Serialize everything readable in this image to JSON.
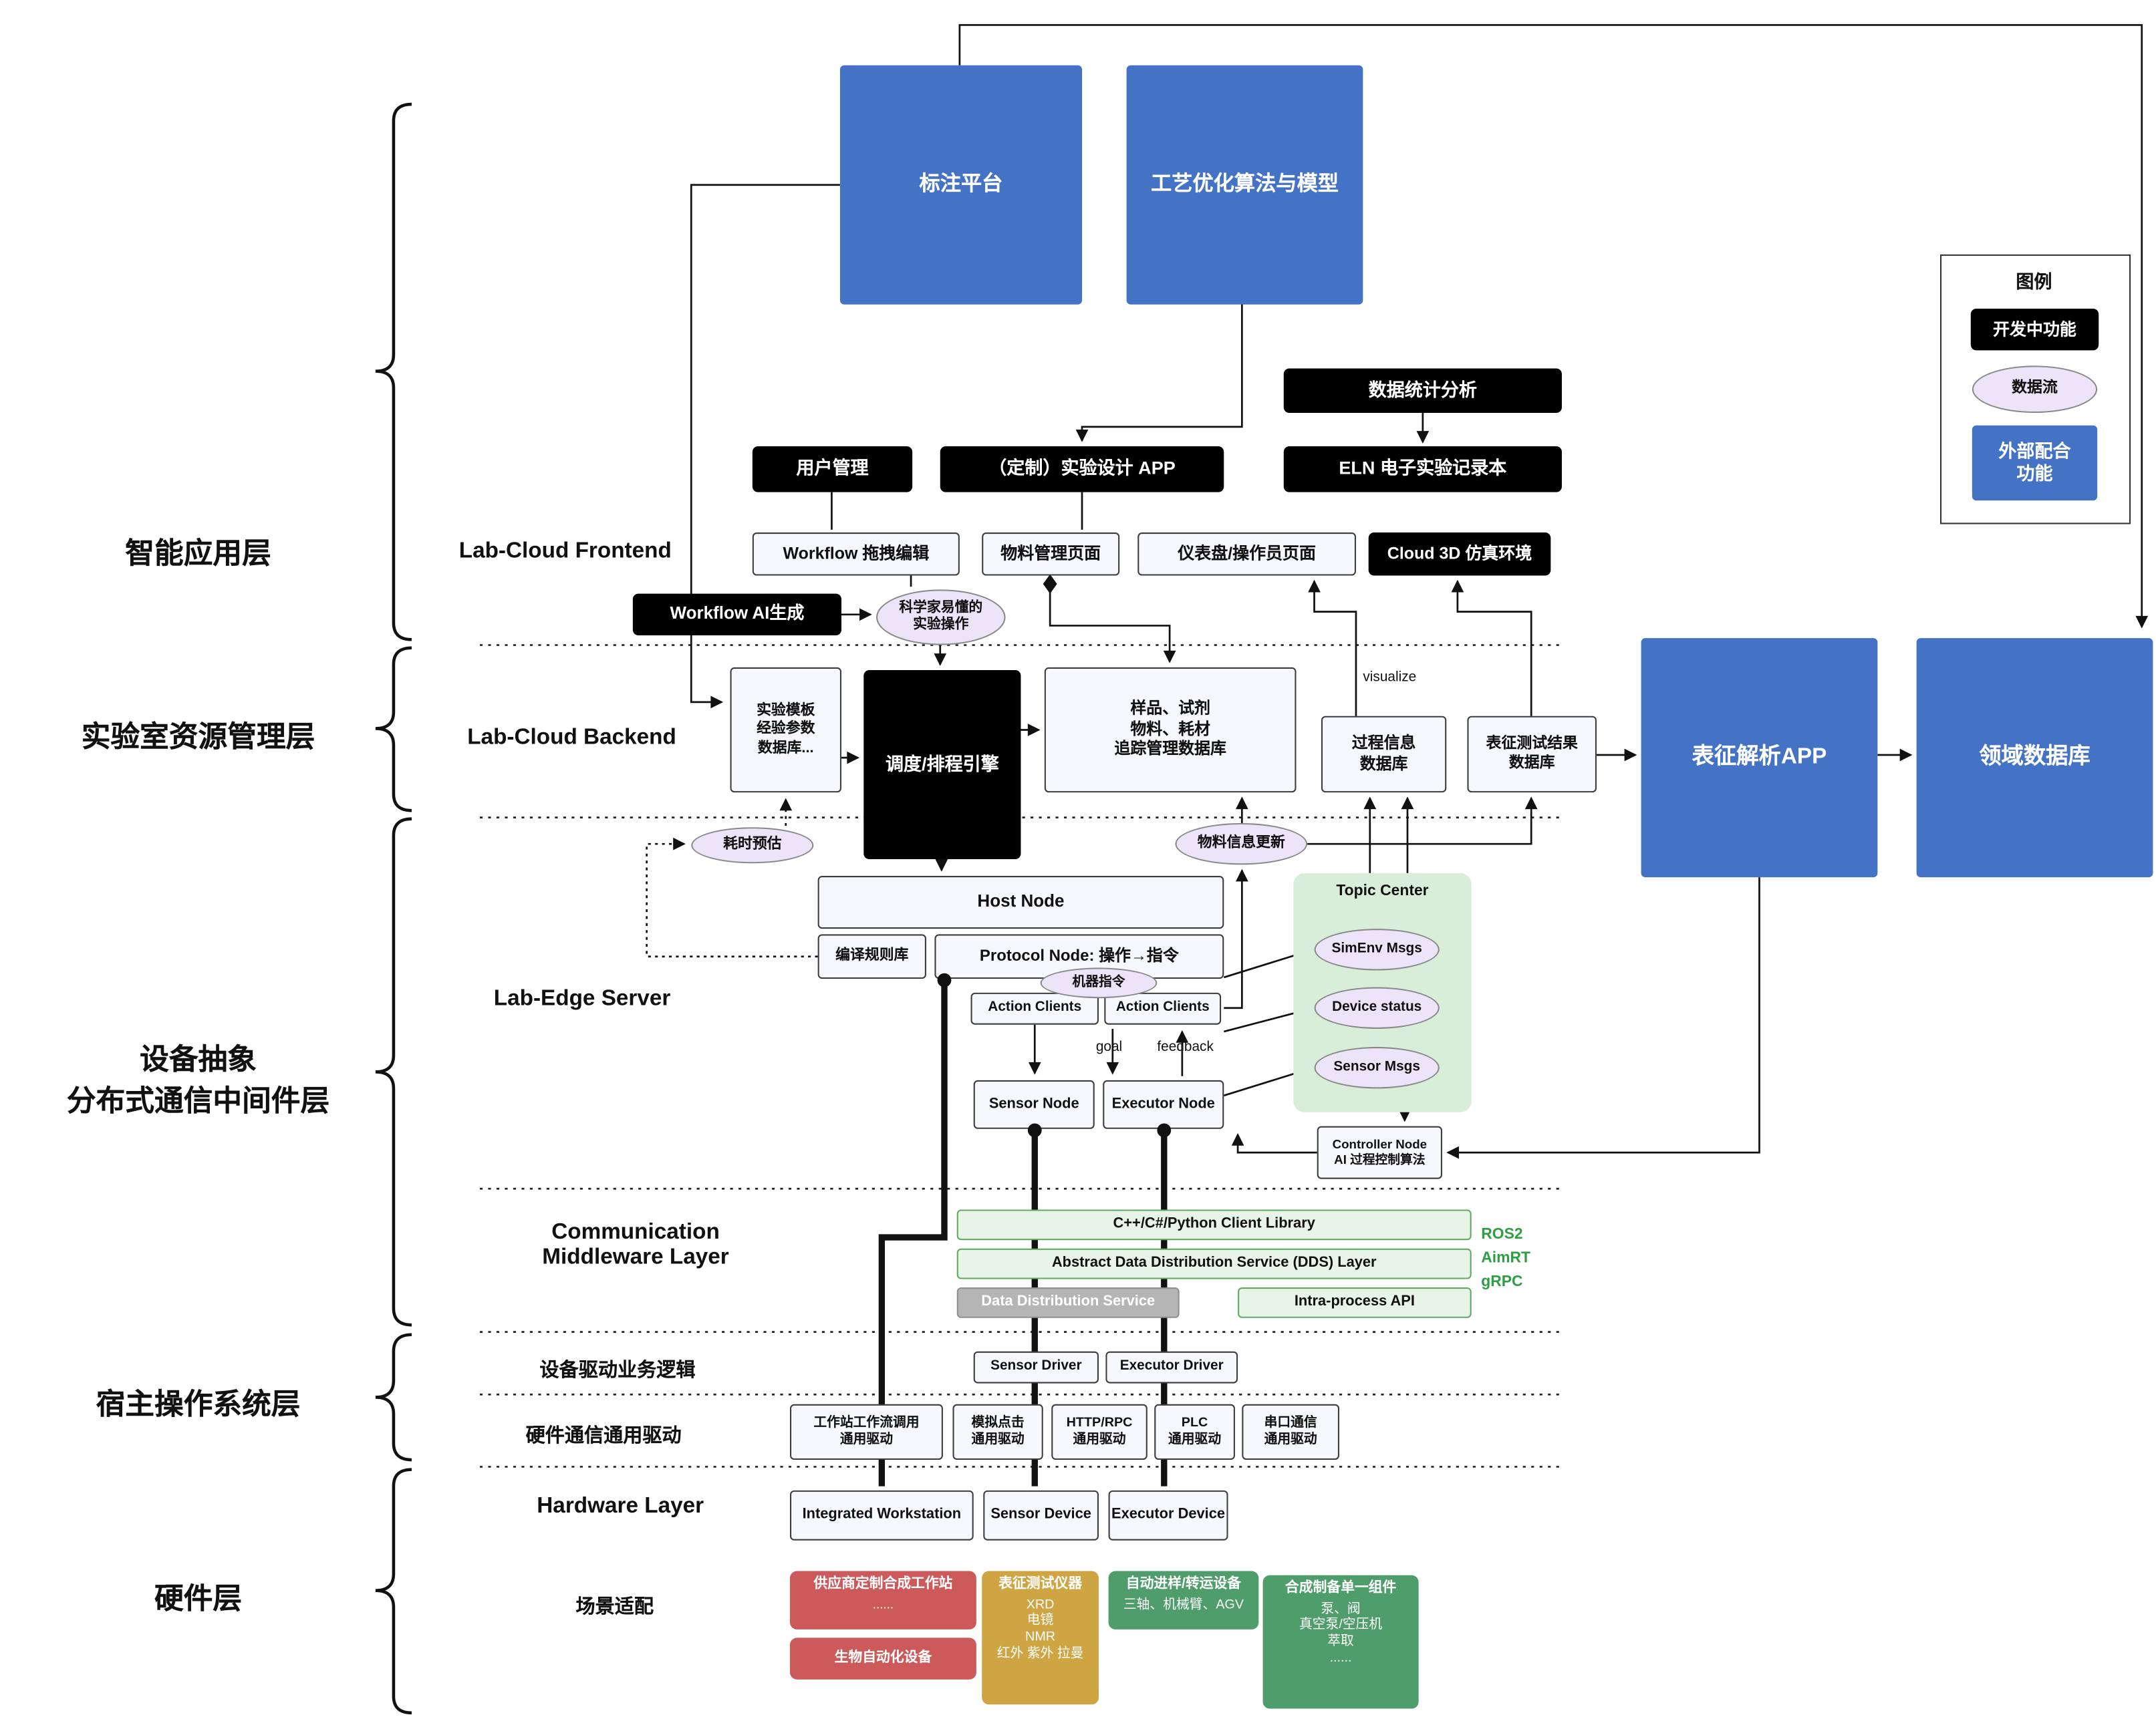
{
  "legend": {
    "title": "图例",
    "dev": "开发中功能",
    "flow": "数据流",
    "external": "外部配合\n功能"
  },
  "layer_labels": {
    "app": "智能应用层",
    "resource": "实验室资源管理层",
    "middleware": "设备抽象\n分布式通信中间件层",
    "host_os": "宿主操作系统层",
    "hardware": "硬件层"
  },
  "section_labels": {
    "frontend": "Lab-Cloud Frontend",
    "backend": "Lab-Cloud Backend",
    "edge": "Lab-Edge Server",
    "comm": "Communication\nMiddleware Layer",
    "driver_logic": "设备驱动业务逻辑",
    "hw_driver": "硬件通信通用驱动",
    "hardware": "Hardware Layer",
    "scenario": "场景适配"
  },
  "external_apps": {
    "annotation": "标注平台",
    "process_opt": "工艺优化算法与模型",
    "charact_app": "表征解析APP",
    "domain_db": "领域数据库"
  },
  "frontend": {
    "stats": "数据统计分析",
    "user_mgmt": "用户管理",
    "exp_design": "（定制）实验设计 APP",
    "eln": "ELN 电子实验记录本",
    "workflow_edit": "Workflow 拖拽编辑",
    "material_page": "物料管理页面",
    "dashboard": "仪表盘/操作员页面",
    "cloud3d": "Cloud 3D 仿真环境",
    "workflow_ai": "Workflow AI生成",
    "sci_ops": "科学家易懂的\n实验操作"
  },
  "backend": {
    "template_db": "实验模板\n经验参数\n数据库...",
    "scheduler": "调度/排程引擎",
    "sample_db": "样品、试剂\n物料、耗材\n追踪管理数据库",
    "process_db": "过程信息\n数据库",
    "charact_db": "表征测试结果\n数据库",
    "visualize": "visualize",
    "time_estimate": "耗时预估",
    "material_update": "物料信息更新"
  },
  "edge": {
    "host_node": "Host Node",
    "rule_lib": "编译规则库",
    "protocol_node": "Protocol Node: 操作→指令",
    "machine_cmd": "机器指令",
    "action_clients_left": "Action Clients",
    "action_clients_right": "Action Clients",
    "goal": "goal",
    "feedback": "feedback",
    "sensor_node": "Sensor Node",
    "executor_node": "Executor Node",
    "topic_center": "Topic Center",
    "simenv_msgs": "SimEnv Msgs",
    "device_status": "Device status",
    "sensor_msgs": "Sensor Msgs",
    "controller_node": "Controller Node\nAI 过程控制算法"
  },
  "comm": {
    "client_lib": "C++/C#/Python Client Library",
    "dds_abstract": "Abstract Data Distribution Service (DDS) Layer",
    "dds_service": "Data Distribution Service",
    "intra_api": "Intra-process API",
    "stack": "ROS2\nAimRT\ngRPC"
  },
  "drivers": {
    "sensor_driver": "Sensor Driver",
    "executor_driver": "Executor Driver",
    "workstation_driver": "工作站工作流调用\n通用驱动",
    "click_driver": "模拟点击\n通用驱动",
    "http_driver": "HTTP/RPC\n通用驱动",
    "plc_driver": "PLC\n通用驱动",
    "serial_driver": "串口通信\n通用驱动"
  },
  "hardware": {
    "workstation": "Integrated Workstation",
    "sensor_device": "Sensor Device",
    "executor_device": "Executor Device"
  },
  "scenario": {
    "vendor_ws": {
      "title": "供应商定制合成工作站",
      "body": "......"
    },
    "bio_auto": {
      "title": "生物自动化设备"
    },
    "charact_inst": {
      "title": "表征测试仪器",
      "body": "XRD\n电镜\nNMR\n红外 紫外 拉曼"
    },
    "transfer": {
      "title": "自动进样/转运设备",
      "body": "三轴、机械臂、AGV"
    },
    "synth_comp": {
      "title": "合成制备单一组件",
      "body": "泵、阀\n真空泵/空压机\n萃取\n......"
    }
  },
  "colors": {
    "dev_black": "#000000",
    "external_blue": "#4472c4",
    "dataflow_purple": "#ece4f8",
    "topic_green": "#d8eed8",
    "bar_green": "#e7f4e7",
    "hw_red": "#cd5a5a",
    "hw_gold": "#cfa543",
    "hw_green": "#4f9d6b",
    "stack_green": "#2e9e44"
  }
}
